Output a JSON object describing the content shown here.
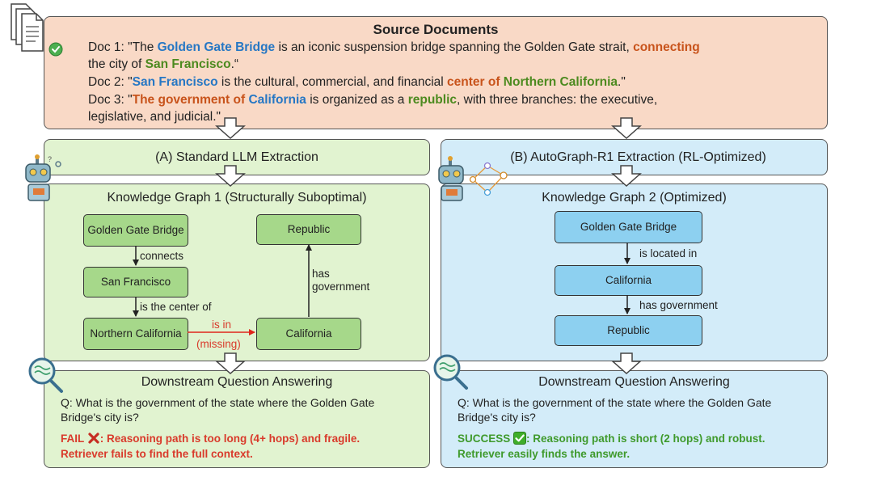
{
  "source": {
    "title": "Source Documents",
    "doc1": {
      "prefix": "Doc 1: \"The ",
      "e1": "Golden Gate Bridge",
      "t1": " is an iconic suspension bridge spanning the Golden Gate strait, ",
      "e2": "connecting",
      "t2": "the city of ",
      "e3": "San Francisco",
      "t3": ".“"
    },
    "doc2": {
      "prefix": "Doc 2: \"",
      "e1": "San Francisco",
      "t1": " is the cultural, commercial, and financial ",
      "e2": "center of ",
      "e3": "Northern California",
      "t3": ".\""
    },
    "doc3": {
      "prefix": "Doc 3: \"",
      "e1": "The government of ",
      "e2": "California",
      "t1": " is organized as a ",
      "e3": "republic",
      "t2": ", with three branches: the executive,",
      "t3": "legislative, and judicial.\""
    }
  },
  "left": {
    "header": "(A) Standard LLM Extraction",
    "kg_title": "Knowledge Graph 1 (Structurally Suboptimal)",
    "nodes": {
      "ggb": "Golden Gate Bridge",
      "sf": "San Francisco",
      "nc": "Northern California",
      "ca": "California",
      "rep": "Republic"
    },
    "edges": {
      "connects": "connects",
      "center": "is the center of",
      "isin": "is in",
      "missing": "(missing)",
      "hasgov": "has government"
    },
    "qa_title": "Downstream Question Answering",
    "question": "Q: What is the government of the state where the Golden Gate Bridge's city is?",
    "fail_label": "FAIL",
    "fail_text1": ": Reasoning path is too long (4+ hops) and fragile.",
    "fail_text2": "Retriever fails to find the full context."
  },
  "right": {
    "header": "(B) AutoGraph-R1 Extraction (RL-Optimized)",
    "kg_title": "Knowledge Graph 2 (Optimized)",
    "nodes": {
      "ggb": "Golden Gate Bridge",
      "ca": "California",
      "rep": "Republic"
    },
    "edges": {
      "located": "is located in",
      "hasgov": "has government"
    },
    "qa_title": "Downstream Question Answering",
    "question": "Q: What is the government of the state where the Golden Gate Bridge's city is?",
    "succ_label": "SUCCESS",
    "succ_text1": ": Reasoning path is short (2 hops) and robust.",
    "succ_text2": "Retriever easily finds the answer."
  },
  "colors": {
    "source_bg": "#f9d9c6",
    "green_panel": "#e1f3d0",
    "green_node": "#a6d88a",
    "blue_panel": "#d3ecf9",
    "blue_node": "#8dd0f0",
    "fail_red": "#d93a2b",
    "success_green": "#3f9a2c"
  },
  "icons": [
    "documents-check-icon",
    "robot-icon",
    "robot-network-icon",
    "magnifier-icon",
    "cross-icon",
    "checkmark-icon",
    "down-arrow-icon"
  ]
}
